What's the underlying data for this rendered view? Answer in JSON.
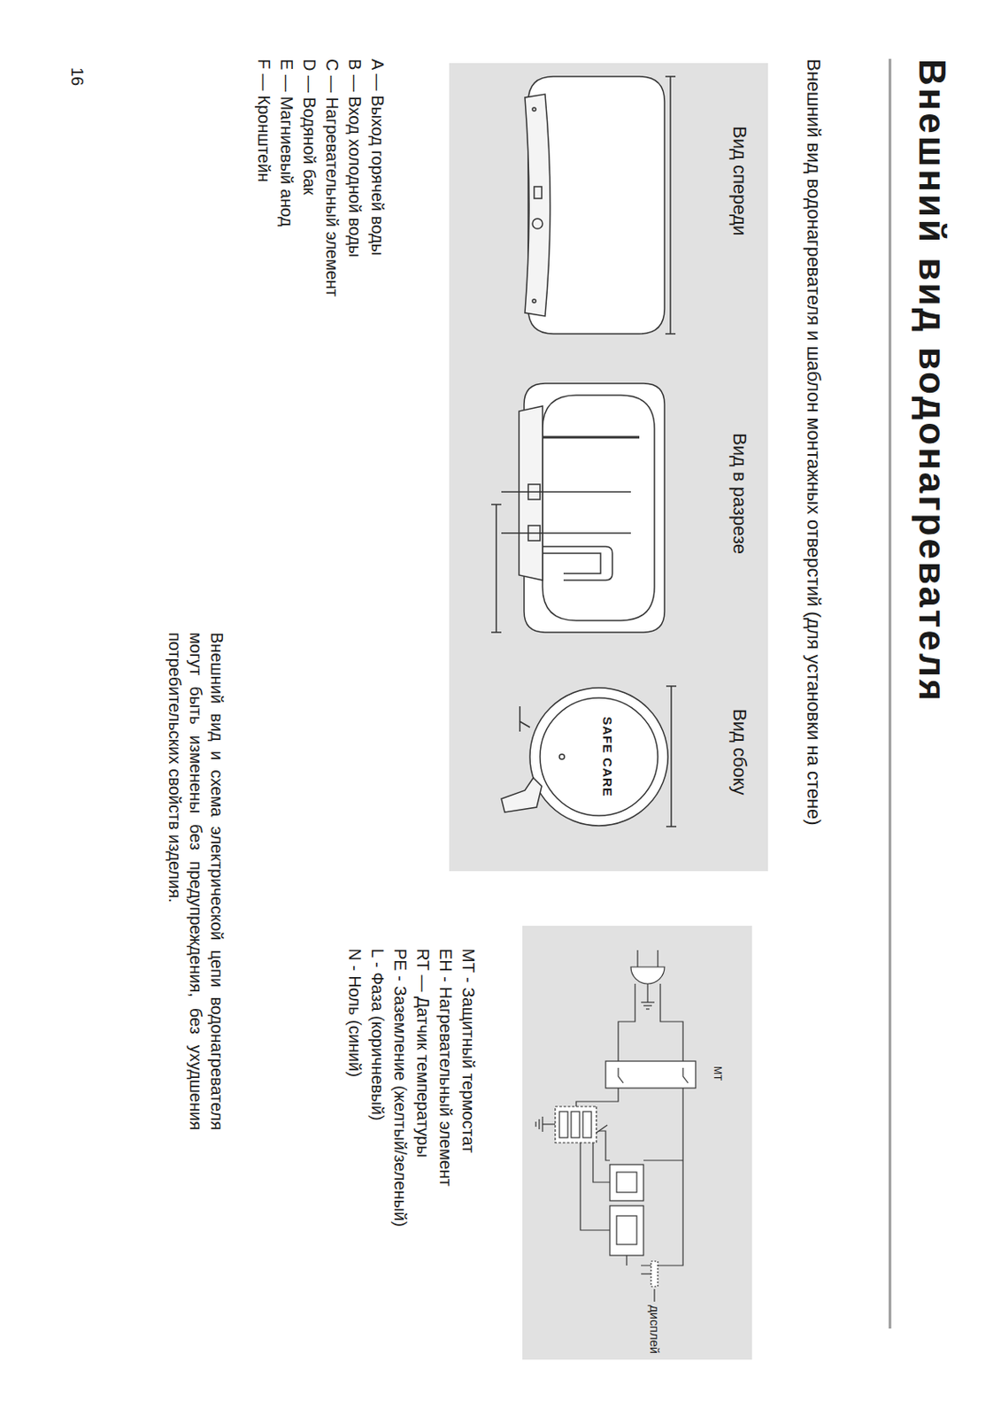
{
  "diagram": {
    "title": "Внешний вид водонагревателя",
    "labels": [
      "Внешний вид водонагревателя и шаблон монтажных отверстий (для установки на стене)",
      "Вид спереди",
      "Вид в разрезе",
      "Вид сбоку",
      "SAFE CARE",
      "A — Выход горячей воды",
      "B — Вход холодной воды",
      "C — Нагревательный элемент",
      "D — Водяной бак",
      "E — Магниевый анод",
      "F — Кронштейн",
      "Внешний вид и схема электрической цепи водонагревателя могут быть изменены без предупреждения, без ухудшения потребительских свойств изделия.",
      "MT",
      "дисплей",
      "MT - Защитный термостат",
      "EH - Нагревательный элемент",
      "RT — Датчик температуры",
      "PE - Заземление (желтый/зеленый)",
      "L - Фаза (коричневый)",
      "N - Ноль (синий)",
      "16"
    ]
  }
}
